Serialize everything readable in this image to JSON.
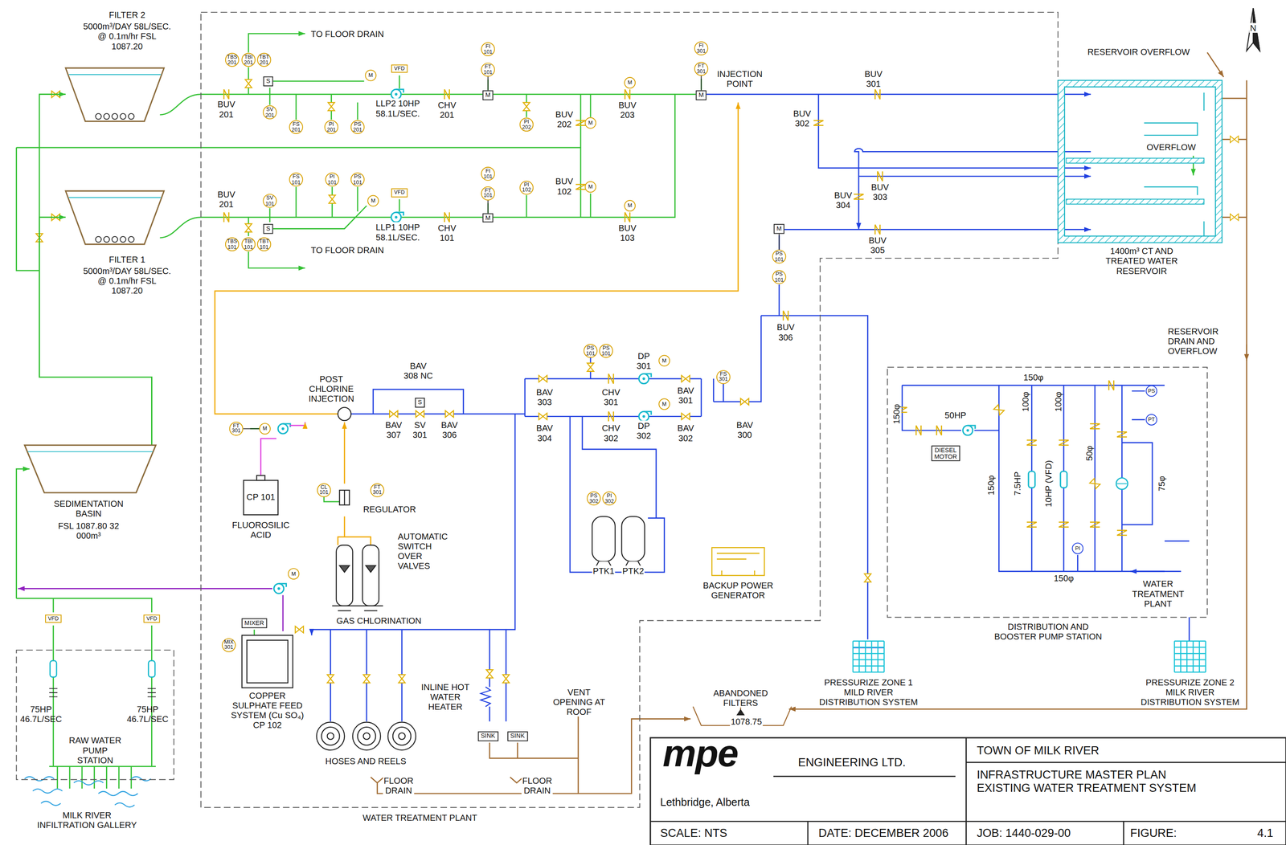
{
  "diagram": {
    "nodes": [
      {
        "text": [
          "FILTER 2",
          "5000m³/DAY 58L/SEC. @ 0.1m/hr FSL 1087.20"
        ]
      },
      {
        "text": [
          "FILTER 1",
          "5000m³/DAY 58L/SEC. @ 0.1m/hr FSL 1087.20"
        ]
      },
      {
        "text": [
          "SEDIMENTATION BASIN",
          "FSL 1087.80 32 000m³"
        ]
      },
      {
        "text": [
          "75HP 46.7L/SEC",
          "75HP 46.7L/SEC",
          "RAW WATER PUMP STATION"
        ]
      },
      {
        "text": [
          "VFD"
        ]
      },
      {
        "text": [
          "VFD"
        ]
      },
      {
        "text": [
          "WATER TREATMENT PLANT"
        ]
      },
      {
        "text": [
          "TBS 201"
        ],
        "in": 6
      },
      {
        "text": [
          "TBI 201"
        ],
        "in": 6
      },
      {
        "text": [
          "TBT 201"
        ],
        "in": 6
      },
      {
        "text": [
          "S"
        ],
        "in": 6
      },
      {
        "text": [
          "SV 201"
        ],
        "in": 6
      },
      {
        "text": [
          "FS 201"
        ],
        "in": 6
      },
      {
        "text": [
          "PI 201"
        ],
        "in": 6
      },
      {
        "text": [
          "PS 201"
        ],
        "in": 6
      },
      {
        "text": [
          "M"
        ],
        "in": 6
      },
      {
        "text": [
          "VFD"
        ],
        "in": 6
      },
      {
        "text": [
          "FI 101"
        ],
        "in": 6
      },
      {
        "text": [
          "FT 101"
        ],
        "in": 6
      },
      {
        "text": [
          "M"
        ],
        "in": 6
      },
      {
        "text": [
          "PI 202"
        ],
        "in": 6
      },
      {
        "text": [
          "M"
        ],
        "in": 6
      },
      {
        "text": [
          "M"
        ],
        "in": 6
      },
      {
        "text": [
          "FI 301"
        ],
        "in": 6
      },
      {
        "text": [
          "FT 301"
        ],
        "in": 6
      },
      {
        "text": [
          "M"
        ],
        "in": 6
      },
      {
        "text": [
          "FS 101"
        ],
        "in": 6
      },
      {
        "text": [
          "PI 101"
        ],
        "in": 6
      },
      {
        "text": [
          "PS 101"
        ],
        "in": 6
      },
      {
        "text": [
          "SV 101"
        ],
        "in": 6
      },
      {
        "text": [
          "S"
        ],
        "in": 6
      },
      {
        "text": [
          "M"
        ],
        "in": 6
      },
      {
        "text": [
          "VFD"
        ],
        "in": 6
      },
      {
        "text": [
          "FI 101"
        ],
        "in": 6
      },
      {
        "text": [
          "FT 101"
        ],
        "in": 6
      },
      {
        "text": [
          "M"
        ],
        "in": 6
      },
      {
        "text": [
          "PI 102"
        ],
        "in": 6
      },
      {
        "text": [
          "M"
        ],
        "in": 6
      },
      {
        "text": [
          "M"
        ],
        "in": 6
      },
      {
        "text": [
          "TBS 101"
        ],
        "in": 6
      },
      {
        "text": [
          "TBI 101"
        ],
        "in": 6
      },
      {
        "text": [
          "TBT 101"
        ],
        "in": 6
      },
      {
        "text": [
          "M"
        ],
        "in": 6
      },
      {
        "text": [
          "PS 101"
        ],
        "in": 6
      },
      {
        "text": [
          "PS 101"
        ],
        "in": 6
      },
      {
        "text": [
          "PS 101"
        ],
        "in": 6
      },
      {
        "text": [
          "PS 101"
        ],
        "in": 6
      },
      {
        "text": [
          "M"
        ],
        "in": 6
      },
      {
        "text": [
          "M"
        ],
        "in": 6
      },
      {
        "text": [
          "FS 301"
        ],
        "in": 6
      },
      {
        "text": [
          "S"
        ],
        "in": 6
      },
      {
        "text": [
          "FT 301"
        ],
        "in": 6
      },
      {
        "text": [
          "M"
        ],
        "in": 6
      },
      {
        "text": [
          "CL 101"
        ],
        "in": 6
      },
      {
        "text": [
          "FT 301"
        ],
        "in": 6
      },
      {
        "text": [
          "PS 302"
        ],
        "in": 6
      },
      {
        "text": [
          "PI 302"
        ],
        "in": 6
      },
      {
        "text": [
          "MIXER"
        ],
        "in": 6
      },
      {
        "text": [
          "MIX 301"
        ],
        "in": 6
      },
      {
        "text": [
          "M"
        ],
        "in": 6
      },
      {
        "text": [
          "SINK"
        ],
        "in": 6
      },
      {
        "text": [
          "SINK"
        ],
        "in": 6
      },
      {
        "text": [
          "1400m³ CT AND TREATED WATER RESERVOIR"
        ]
      },
      {
        "text": [
          "DISTRIBUTION AND BOOSTER PUMP STATION"
        ]
      },
      {
        "text": [
          "DIESEL MOTOR"
        ],
        "in": 63
      },
      {
        "text": [
          "PS"
        ],
        "in": 63
      },
      {
        "text": [
          "PT"
        ],
        "in": 63
      },
      {
        "text": [
          "PI"
        ],
        "in": 63
      },
      {
        "text": [
          "PRESSURIZE ZONE 1 MILD RIVER DISTRIBUTION SYSTEM"
        ]
      },
      {
        "text": [
          "PRESSURIZE ZONE 2 MILK RIVER DISTRIBUTION SYSTEM"
        ]
      },
      {
        "text": [
          "mpe",
          "ENGINEERING LTD.",
          "Lethbridge, Alberta",
          "TOWN OF MILK RIVER",
          "INFRASTRUCTURE MASTER PLAN EXISTING WATER TREATMENT SYSTEM",
          "SCALE: NTS",
          "DATE: DECEMBER 2006",
          "JOB: 1440-029-00",
          "FIGURE:",
          "4.1"
        ]
      }
    ],
    "edges": [
      {
        "from": 2,
        "to": 1,
        "arrow": "to"
      },
      {
        "from": 2,
        "to": 0,
        "arrow": "to"
      },
      {
        "from": 18,
        "to": 19,
        "arrow": "none"
      },
      {
        "from": 34,
        "to": 35,
        "arrow": "none"
      },
      {
        "from": 24,
        "to": 25,
        "arrow": "none"
      },
      {
        "from": 42,
        "to": 43,
        "arrow": "none"
      },
      {
        "from": 51,
        "to": 52,
        "arrow": "none"
      },
      {
        "from": 63,
        "to": 69,
        "arrow": "none"
      }
    ],
    "labels": [
      "TO FLOOR DRAIN",
      "TO FLOOR DRAIN",
      "BUV 201",
      "BUV 201",
      "LLP2 10HP 58.1L/SEC.",
      "LLP1 10HP 58.1L/SEC.",
      "CHV 201",
      "CHV 101",
      "BUV 202",
      "BUV 203",
      "BUV 102",
      "BUV 103",
      "INJECTION POINT",
      "BUV 301",
      "BUV 302",
      "BUV 303",
      "BUV 304",
      "BUV 305",
      "BUV 306",
      "RESERVOIR OVERFLOW",
      "OVERFLOW",
      "RESERVOIR DRAIN AND OVERFLOW",
      "POST CHLORINE INJECTION",
      "BAV 308 NC",
      "BAV 307",
      "SV 301",
      "BAV 306",
      "BAV 303",
      "BAV 304",
      "CHV 301",
      "CHV 302",
      "DP 301",
      "DP 302",
      "BAV 301",
      "BAV 302",
      "BAV 300",
      "PTK1",
      "PTK2",
      "BACKUP POWER GENERATOR",
      "FLUOROSILIC ACID",
      "CP 101",
      "REGULATOR",
      "AUTOMATIC SWITCH OVER VALVES",
      "GAS CHLORINATION",
      "COPPER SULPHATE FEED SYSTEM (Cu SO₄) CP 102",
      "HOSES AND REELS",
      "INLINE HOT WATER HEATER",
      "VENT OPENING AT ROOF",
      "FLOOR DRAIN",
      "FLOOR DRAIN",
      "ABANDONED FILTERS",
      "1078.75",
      "150φ",
      "150φ",
      "150φ",
      "150φ",
      "100φ",
      "100φ",
      "50φ",
      "75φ",
      "50HP",
      "7.5HP",
      "10HP (VFD)",
      "WATER TREATMENT PLANT",
      "MILK RIVER INFILTRATION GALLERY",
      "N"
    ]
  }
}
